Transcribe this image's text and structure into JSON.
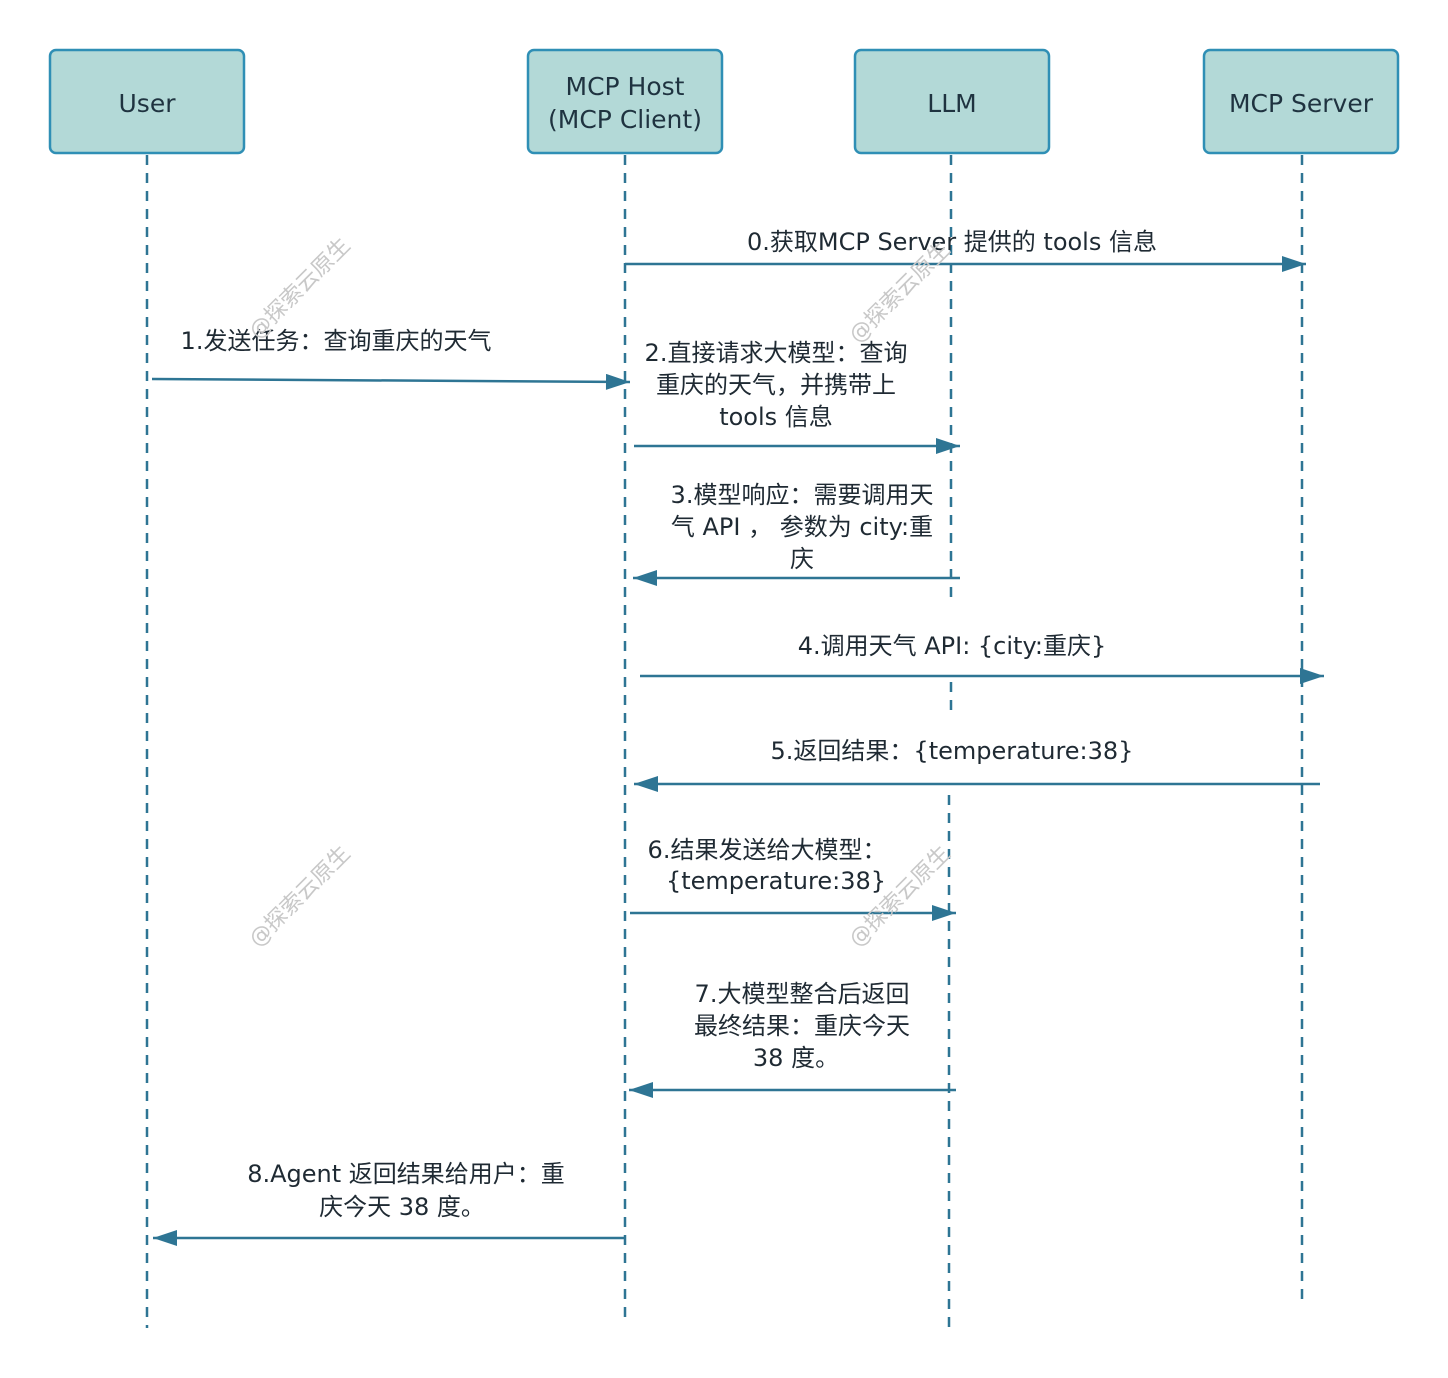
{
  "actors": [
    {
      "id": "user",
      "lines": [
        "User"
      ]
    },
    {
      "id": "host",
      "lines": [
        "MCP Host",
        "(MCP Client)"
      ]
    },
    {
      "id": "llm",
      "lines": [
        "LLM"
      ]
    },
    {
      "id": "server",
      "lines": [
        "MCP Server"
      ]
    }
  ],
  "messages": [
    {
      "id": "m0",
      "from": "host",
      "to": "server",
      "lines": [
        "0.获取MCP Server 提供的 tools 信息"
      ]
    },
    {
      "id": "m1",
      "from": "user",
      "to": "host",
      "lines": [
        "1.发送任务：查询重庆的天气"
      ]
    },
    {
      "id": "m2",
      "from": "host",
      "to": "llm",
      "lines": [
        "2.直接请求大模型：查询",
        "重庆的天气，并携带上",
        "tools 信息"
      ]
    },
    {
      "id": "m3",
      "from": "llm",
      "to": "host",
      "lines": [
        "3.模型响应：需要调用天",
        "气 API ， 参数为 city:重",
        "庆"
      ]
    },
    {
      "id": "m4",
      "from": "host",
      "to": "server",
      "lines": [
        "4.调用天气 API: {city:重庆}"
      ]
    },
    {
      "id": "m5",
      "from": "server",
      "to": "host",
      "lines": [
        "5.返回结果：{temperature:38}"
      ]
    },
    {
      "id": "m6",
      "from": "host",
      "to": "llm",
      "lines": [
        "6.结果发送给大模型：",
        "{temperature:38}"
      ]
    },
    {
      "id": "m7",
      "from": "llm",
      "to": "host",
      "lines": [
        "7.大模型整合后返回",
        "最终结果：重庆今天",
        "38 度。"
      ]
    },
    {
      "id": "m8",
      "from": "host",
      "to": "user",
      "lines": [
        "8.Agent 返回结果给用户：重",
        "庆今天 38 度。"
      ]
    }
  ],
  "watermark": "@探索云原生",
  "colors": {
    "actor_fill": "#b3d9d7",
    "actor_stroke": "#2f8fb5",
    "arrow": "#2e7594",
    "lifeline": "#2e7594"
  }
}
